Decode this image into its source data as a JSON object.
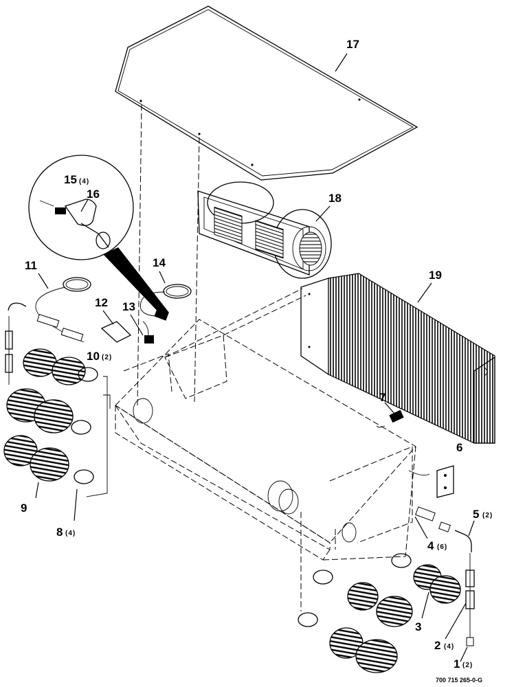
{
  "callouts": [
    {
      "id": "c1",
      "number": "1",
      "qty": "(2)"
    },
    {
      "id": "c2",
      "number": "2",
      "qty": "(4)"
    },
    {
      "id": "c3",
      "number": "3",
      "qty": ""
    },
    {
      "id": "c4",
      "number": "4",
      "qty": "(6)"
    },
    {
      "id": "c5",
      "number": "5",
      "qty": "(2)"
    },
    {
      "id": "c6",
      "number": "6",
      "qty": ""
    },
    {
      "id": "c7",
      "number": "7",
      "qty": ""
    },
    {
      "id": "c8",
      "number": "8",
      "qty": "(4)"
    },
    {
      "id": "c9",
      "number": "9",
      "qty": ""
    },
    {
      "id": "c10",
      "number": "10",
      "qty": "(2)"
    },
    {
      "id": "c11",
      "number": "11",
      "qty": ""
    },
    {
      "id": "c12",
      "number": "12",
      "qty": ""
    },
    {
      "id": "c13",
      "number": "13",
      "qty": ""
    },
    {
      "id": "c14",
      "number": "14",
      "qty": ""
    },
    {
      "id": "c15",
      "number": "15",
      "qty": "(4)"
    },
    {
      "id": "c16",
      "number": "16",
      "qty": ""
    },
    {
      "id": "c17",
      "number": "17",
      "qty": ""
    },
    {
      "id": "c18",
      "number": "18",
      "qty": ""
    },
    {
      "id": "c19",
      "number": "19",
      "qty": ""
    }
  ],
  "drawing_code": "700 715 265-0-G"
}
